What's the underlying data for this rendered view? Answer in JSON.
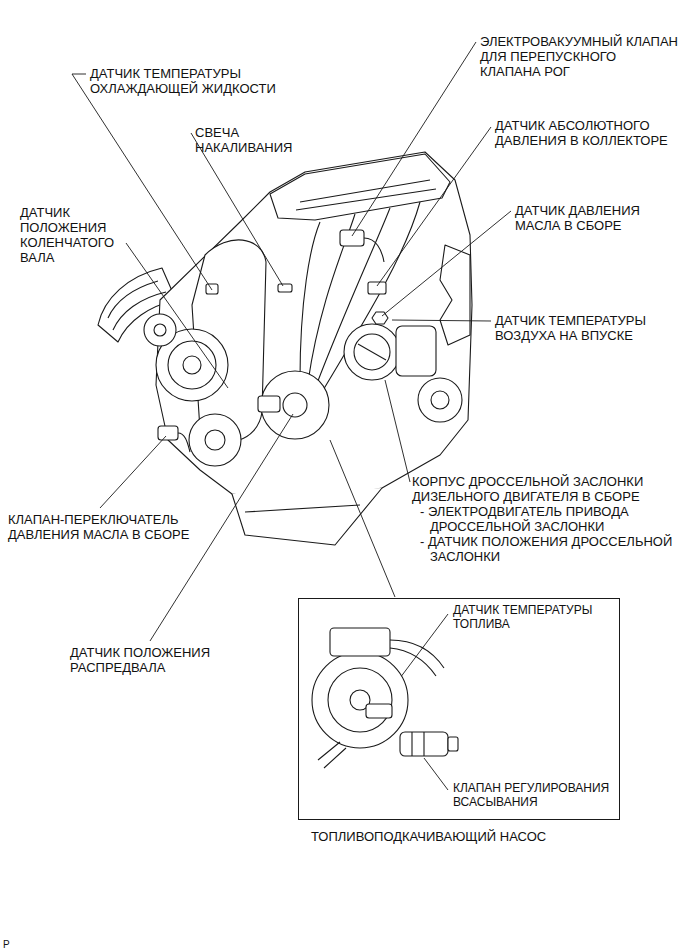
{
  "diagram": {
    "nodes": [
      {
        "text": [
          "ДАТЧИК ТЕМПЕРАТУРЫ ТОПЛИВА",
          "КЛАПАН РЕГУЛИРОВАНИЯ ВСАСЫВАНИЯ",
          "ТОПЛИВОПОДКАЧИВАЮЩИЙ НАСОС"
        ]
      }
    ],
    "labels": [
      "ЭЛЕКТРОВАКУУМНЫЙ КЛАПАН ДЛЯ ПЕРЕПУСКНОГО КЛАПАНА РОГ",
      "ДАТЧИК ТЕМПЕРАТУРЫ ОХЛАЖДАЮЩЕЙ ЖИДКОСТИ",
      "ДАТЧИК АБСОЛЮТНОГО ДАВЛЕНИЯ В КОЛЛЕКТОРЕ",
      "СВЕЧА НАКАЛИВАНИЯ",
      "ДАТЧИК ДАВЛЕНИЯ МАСЛА В СБОРЕ",
      "ДАТЧИК ПОЛОЖЕНИЯ КОЛЕНЧАТОГО ВАЛА",
      "ДАТЧИК ТЕМПЕРАТУРЫ ВОЗДУХА НА ВПУСКЕ",
      "КОРПУС ДРОССЕЛЬНОЙ ЗАСЛОНКИ ДИЗЕЛЬНОГО ДВИГАТЕЛЯ В СБОРЕ",
      "- ЭЛЕКТРОДВИГАТЕЛЬ ПРИВОДА ДРОССЕЛЬНОЙ ЗАСЛОНКИ",
      "- ДАТЧИК ПОЛОЖЕНИЯ ДРОССЕЛЬНОЙ ЗАСЛОНКИ",
      "КЛАПАН-ПЕРЕКЛЮЧАТЕЛЬ ДАВЛЕНИЯ МАСЛА В СБОРЕ",
      "ДАТЧИК ПОЛОЖЕНИЯ РАСПРЕДВАЛА",
      "P"
    ]
  }
}
